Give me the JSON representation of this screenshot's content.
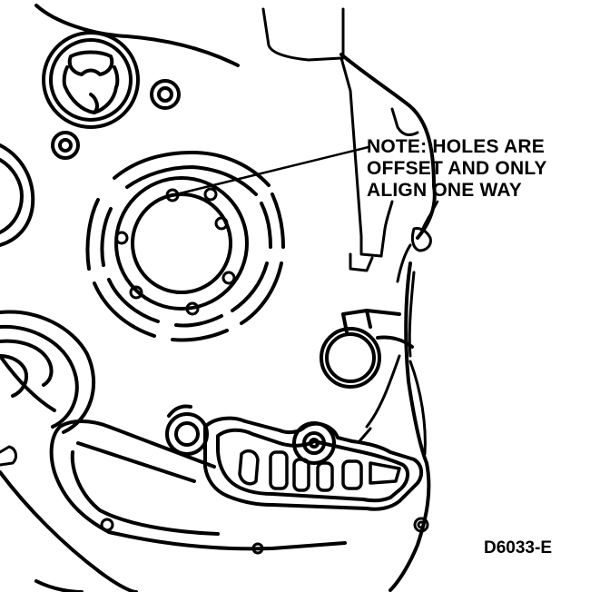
{
  "callout": {
    "lines": [
      "NOTE: HOLES ARE",
      "OFFSET AND ONLY",
      "ALIGN ONE WAY"
    ]
  },
  "figure_code": "D6033-E",
  "colors": {
    "ink": "#000000",
    "paper": "#ffffff"
  }
}
